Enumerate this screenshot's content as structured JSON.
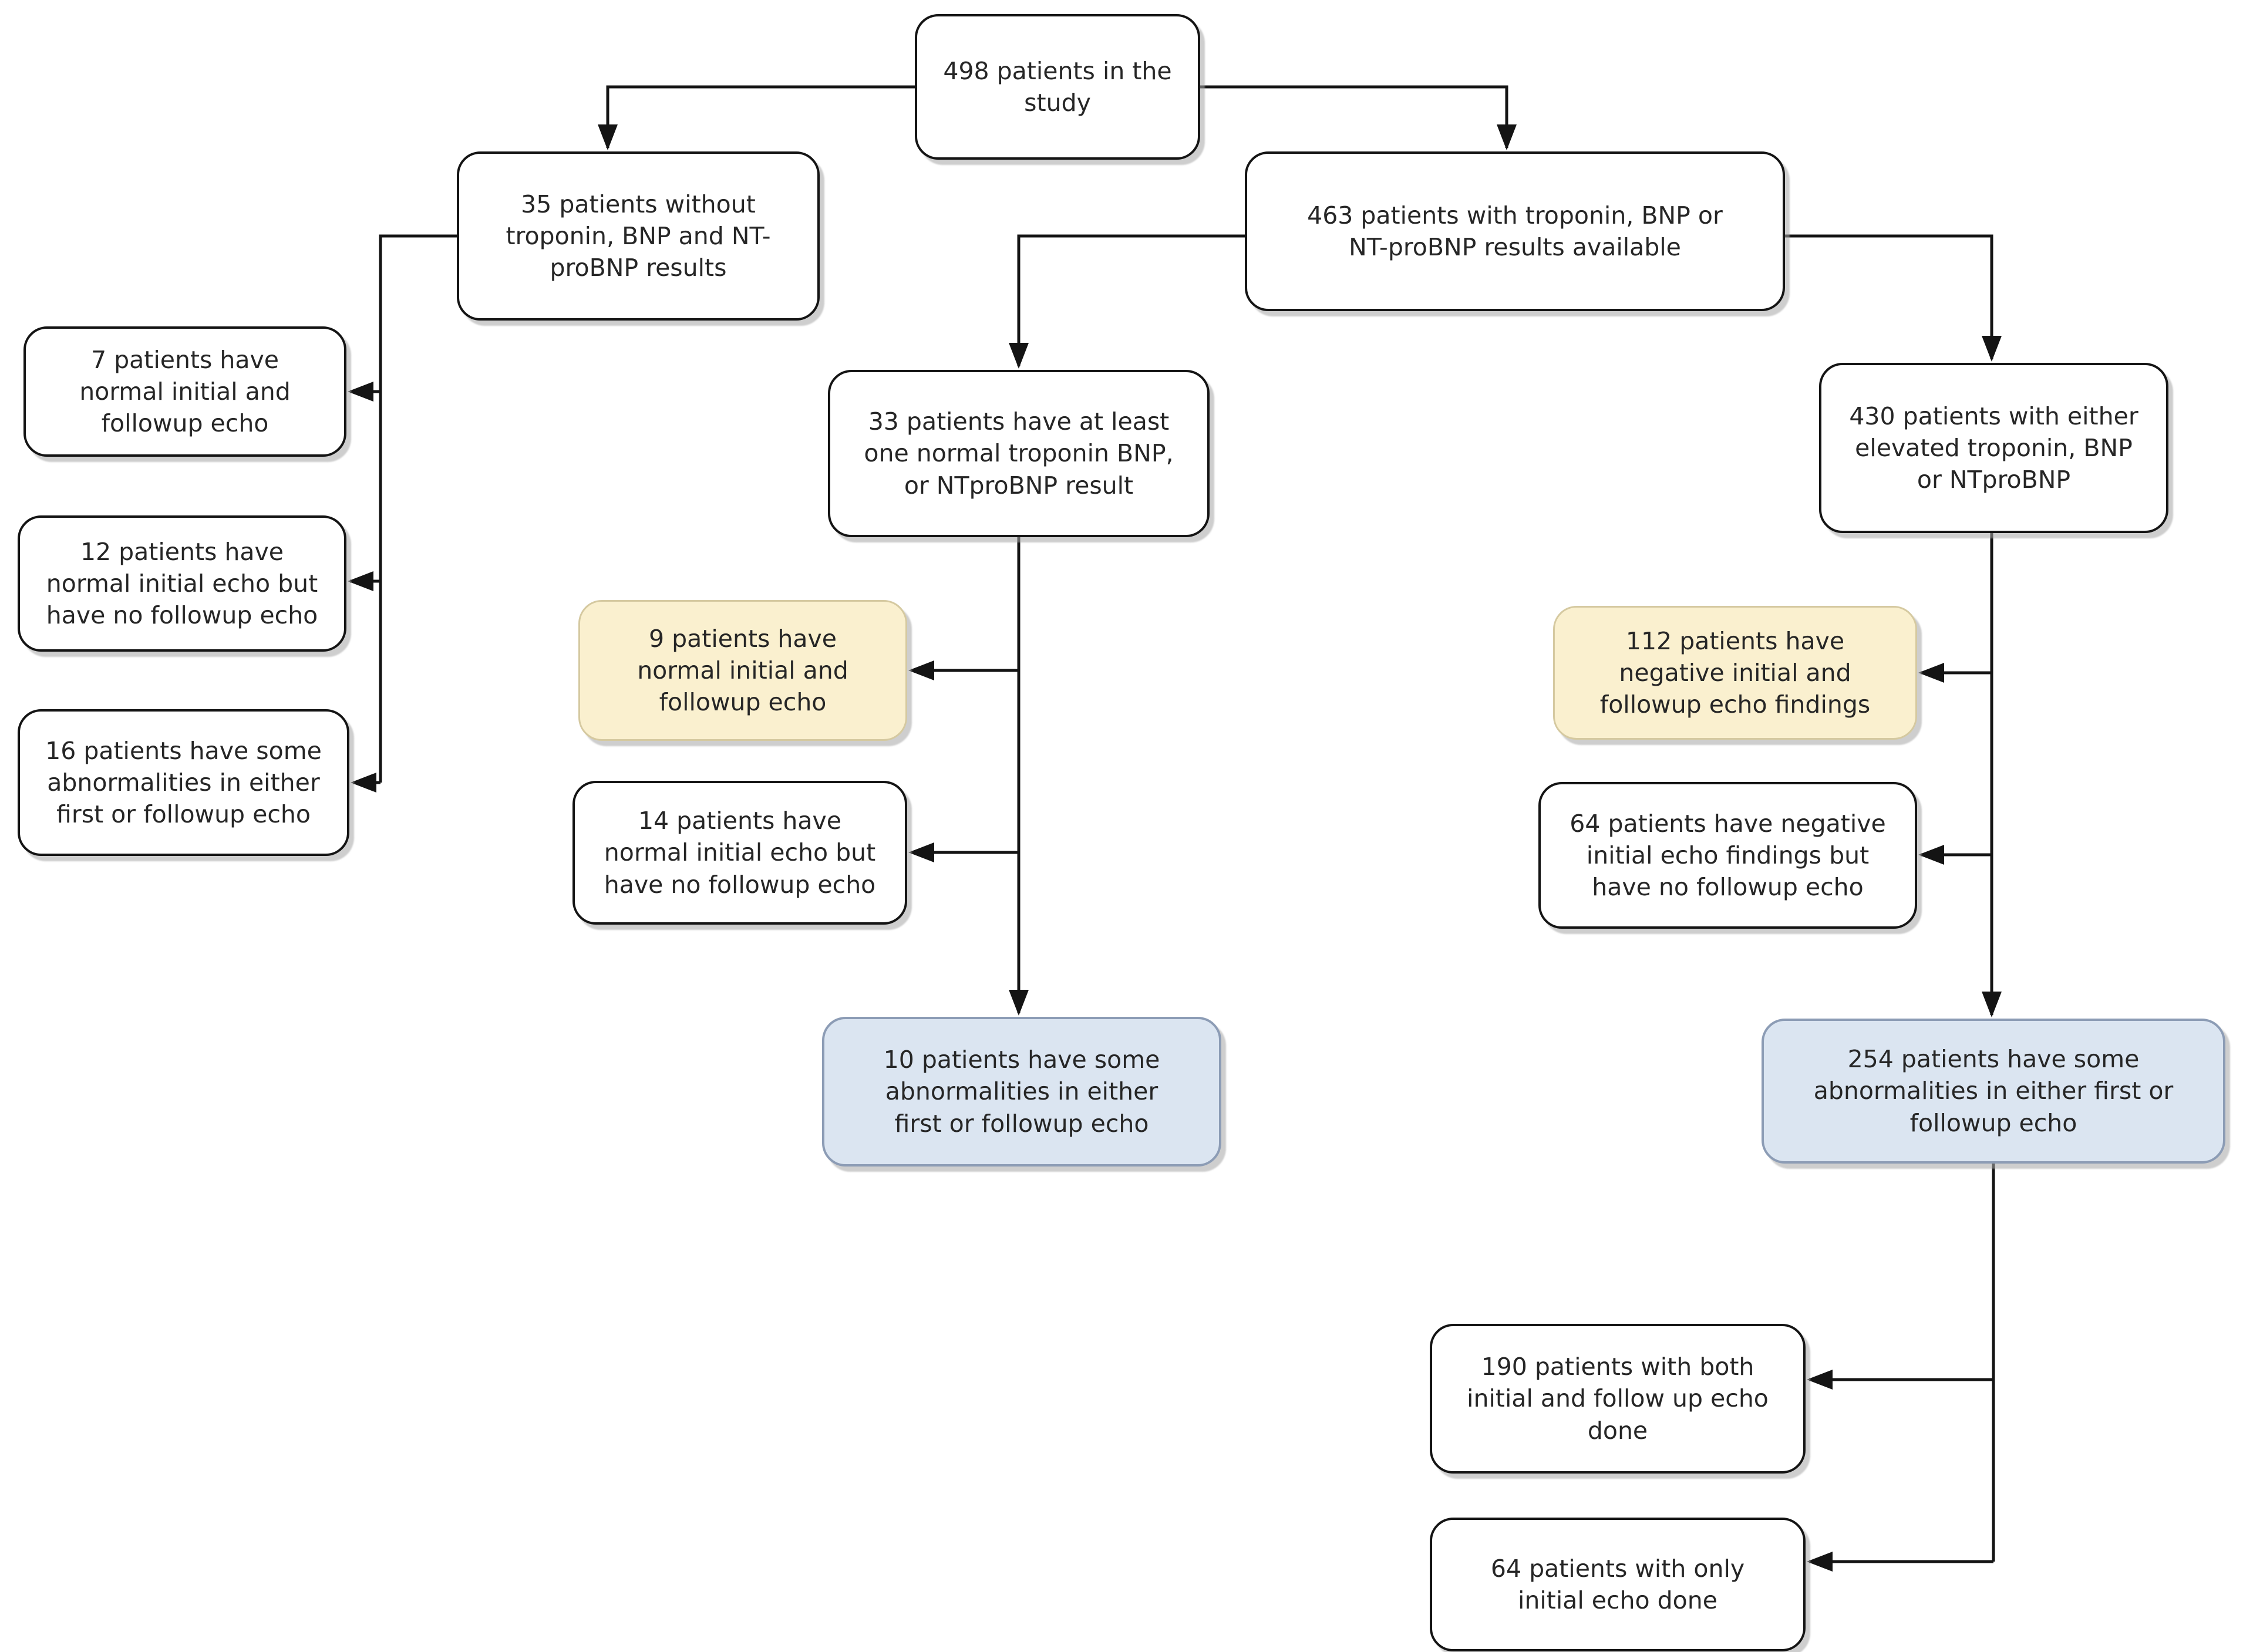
{
  "diagram_type": "patient-flow-chart",
  "colors": {
    "plain_fill": "#ffffff",
    "highlight_yellow_fill": "#faf0cf",
    "highlight_yellow_border": "#d5c9a0",
    "highlight_blue_fill": "#dbe5f1",
    "highlight_blue_border": "#8c9cb5",
    "line": "#141414",
    "shadow": "#a5a5a5"
  },
  "nodes": {
    "n498": {
      "label": "498 patients in the\nstudy",
      "style": "plain"
    },
    "n35": {
      "label": "35 patients without\ntroponin, BNP and NT-\nproBNP results",
      "style": "plain"
    },
    "n463": {
      "label": "463 patients with troponin, BNP or\nNT-proBNP results available",
      "style": "plain"
    },
    "n7": {
      "label": "7 patients have\nnormal initial and\nfollowup echo",
      "style": "plain"
    },
    "n12": {
      "label": "12 patients have\nnormal initial echo but\nhave no followup echo",
      "style": "plain"
    },
    "n16": {
      "label": "16 patients have some\nabnormalities in either\nfirst or followup echo",
      "style": "plain"
    },
    "n33": {
      "label": "33 patients have at least\none normal troponin BNP,\nor NTproBNP result",
      "style": "plain"
    },
    "n9": {
      "label": "9 patients have\nnormal initial and\nfollowup echo",
      "style": "yellow"
    },
    "n14": {
      "label": "14 patients have\nnormal initial echo but\nhave no followup echo",
      "style": "plain"
    },
    "n10": {
      "label": "10 patients have some\nabnormalities in either\nfirst or followup echo",
      "style": "blue"
    },
    "n430": {
      "label": "430 patients with either\nelevated troponin, BNP\nor NTproBNP",
      "style": "plain"
    },
    "n112": {
      "label": "112 patients have\nnegative initial and\nfollowup echo findings",
      "style": "yellow"
    },
    "n64a": {
      "label": "64 patients have negative\ninitial echo findings but\nhave no followup echo",
      "style": "plain"
    },
    "n254": {
      "label": "254 patients have some\nabnormalities in either first or\nfollowup echo",
      "style": "blue"
    },
    "n190": {
      "label": "190 patients with both\ninitial and follow up echo\ndone",
      "style": "plain"
    },
    "n64b": {
      "label": "64 patients with only\ninitial echo done",
      "style": "plain"
    }
  },
  "edges": [
    {
      "from": "n498",
      "to": "n35"
    },
    {
      "from": "n498",
      "to": "n463"
    },
    {
      "from": "n35",
      "to": "n7"
    },
    {
      "from": "n35",
      "to": "n12"
    },
    {
      "from": "n35",
      "to": "n16"
    },
    {
      "from": "n463",
      "to": "n33"
    },
    {
      "from": "n463",
      "to": "n430"
    },
    {
      "from": "n33",
      "to": "n9"
    },
    {
      "from": "n33",
      "to": "n14"
    },
    {
      "from": "n33",
      "to": "n10"
    },
    {
      "from": "n430",
      "to": "n112"
    },
    {
      "from": "n430",
      "to": "n64a"
    },
    {
      "from": "n430",
      "to": "n254"
    },
    {
      "from": "n254",
      "to": "n190"
    },
    {
      "from": "n254",
      "to": "n64b"
    }
  ]
}
